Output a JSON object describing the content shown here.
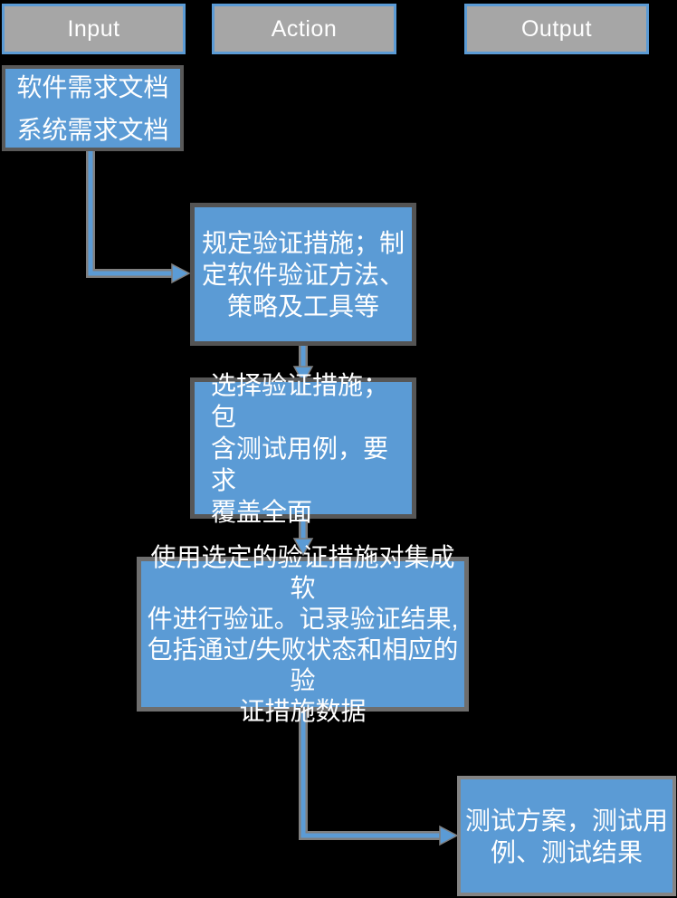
{
  "columns": [
    {
      "label": "Input"
    },
    {
      "label": "Action"
    },
    {
      "label": "Output"
    }
  ],
  "nodes": [
    {
      "id": "input-docs",
      "column": "Input",
      "text": "软件需求文档\n系统需求文档"
    },
    {
      "id": "define-measures",
      "column": "Action",
      "text": "规定验证措施；制\n定软件验证方法、\n策略及工具等"
    },
    {
      "id": "select-measures",
      "column": "Action",
      "text": "选择验证措施；包\n含测试用例，要求\n覆盖全面"
    },
    {
      "id": "execute-verification",
      "column": "Action",
      "text": "使用选定的验证措施对集成软\n件进行验证。记录验证结果,\n包括通过/失败状态和相应的验\n证措施数据"
    },
    {
      "id": "output-results",
      "column": "Output",
      "text": "测试方案，测试用\n例、测试结果"
    }
  ],
  "edges": [
    {
      "from": "input-docs",
      "to": "define-measures"
    },
    {
      "from": "define-measures",
      "to": "select-measures"
    },
    {
      "from": "select-measures",
      "to": "execute-verification"
    },
    {
      "from": "execute-verification",
      "to": "output-results"
    }
  ],
  "colors": {
    "blue": "#5b9bd5",
    "hdr-gray": "#a6a6a6",
    "line-gray": "#7f7f7f",
    "text": "#ffffff",
    "bg": "#000000"
  }
}
